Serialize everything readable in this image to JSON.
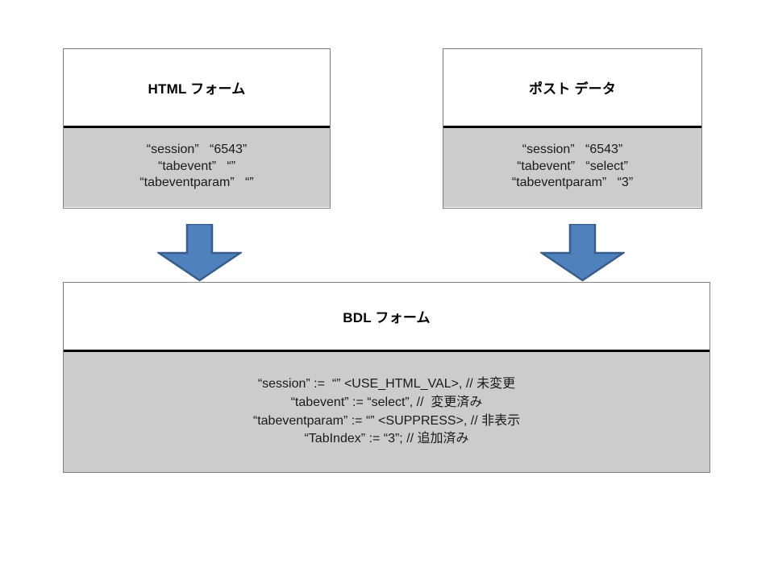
{
  "diagram": {
    "type": "flow-diagram",
    "accent_color": "#4F81BD",
    "accent_outline_color": "#385D8A",
    "box_fill_color": "#CCCCCC",
    "box_border_color": "#808080",
    "separator_color": "#000000",
    "background_color": "#FFFFFF"
  },
  "html_form": {
    "title": "HTML フォーム",
    "rows": [
      "“session”   “6543”",
      "“tabevent”   “”",
      "“tabeventparam”   “”"
    ]
  },
  "post_data": {
    "title": "ポスト データ",
    "rows": [
      "“session”   “6543”",
      "“tabevent”   “select”",
      "“tabeventparam”   “3”"
    ]
  },
  "bdl_form": {
    "title": "BDL フォーム",
    "rows": [
      "“session” :=  “” <USE_HTML_VAL>, // 未変更",
      "“tabevent” := “select”, //  変更済み",
      "“tabeventparam” := “” <SUPPRESS>, // 非表示",
      "“TabIndex” := “3”; // 追加済み"
    ]
  },
  "arrows": [
    {
      "name": "html-form-to-bdl-form",
      "direction": "down"
    },
    {
      "name": "post-data-to-bdl-form",
      "direction": "down"
    }
  ]
}
